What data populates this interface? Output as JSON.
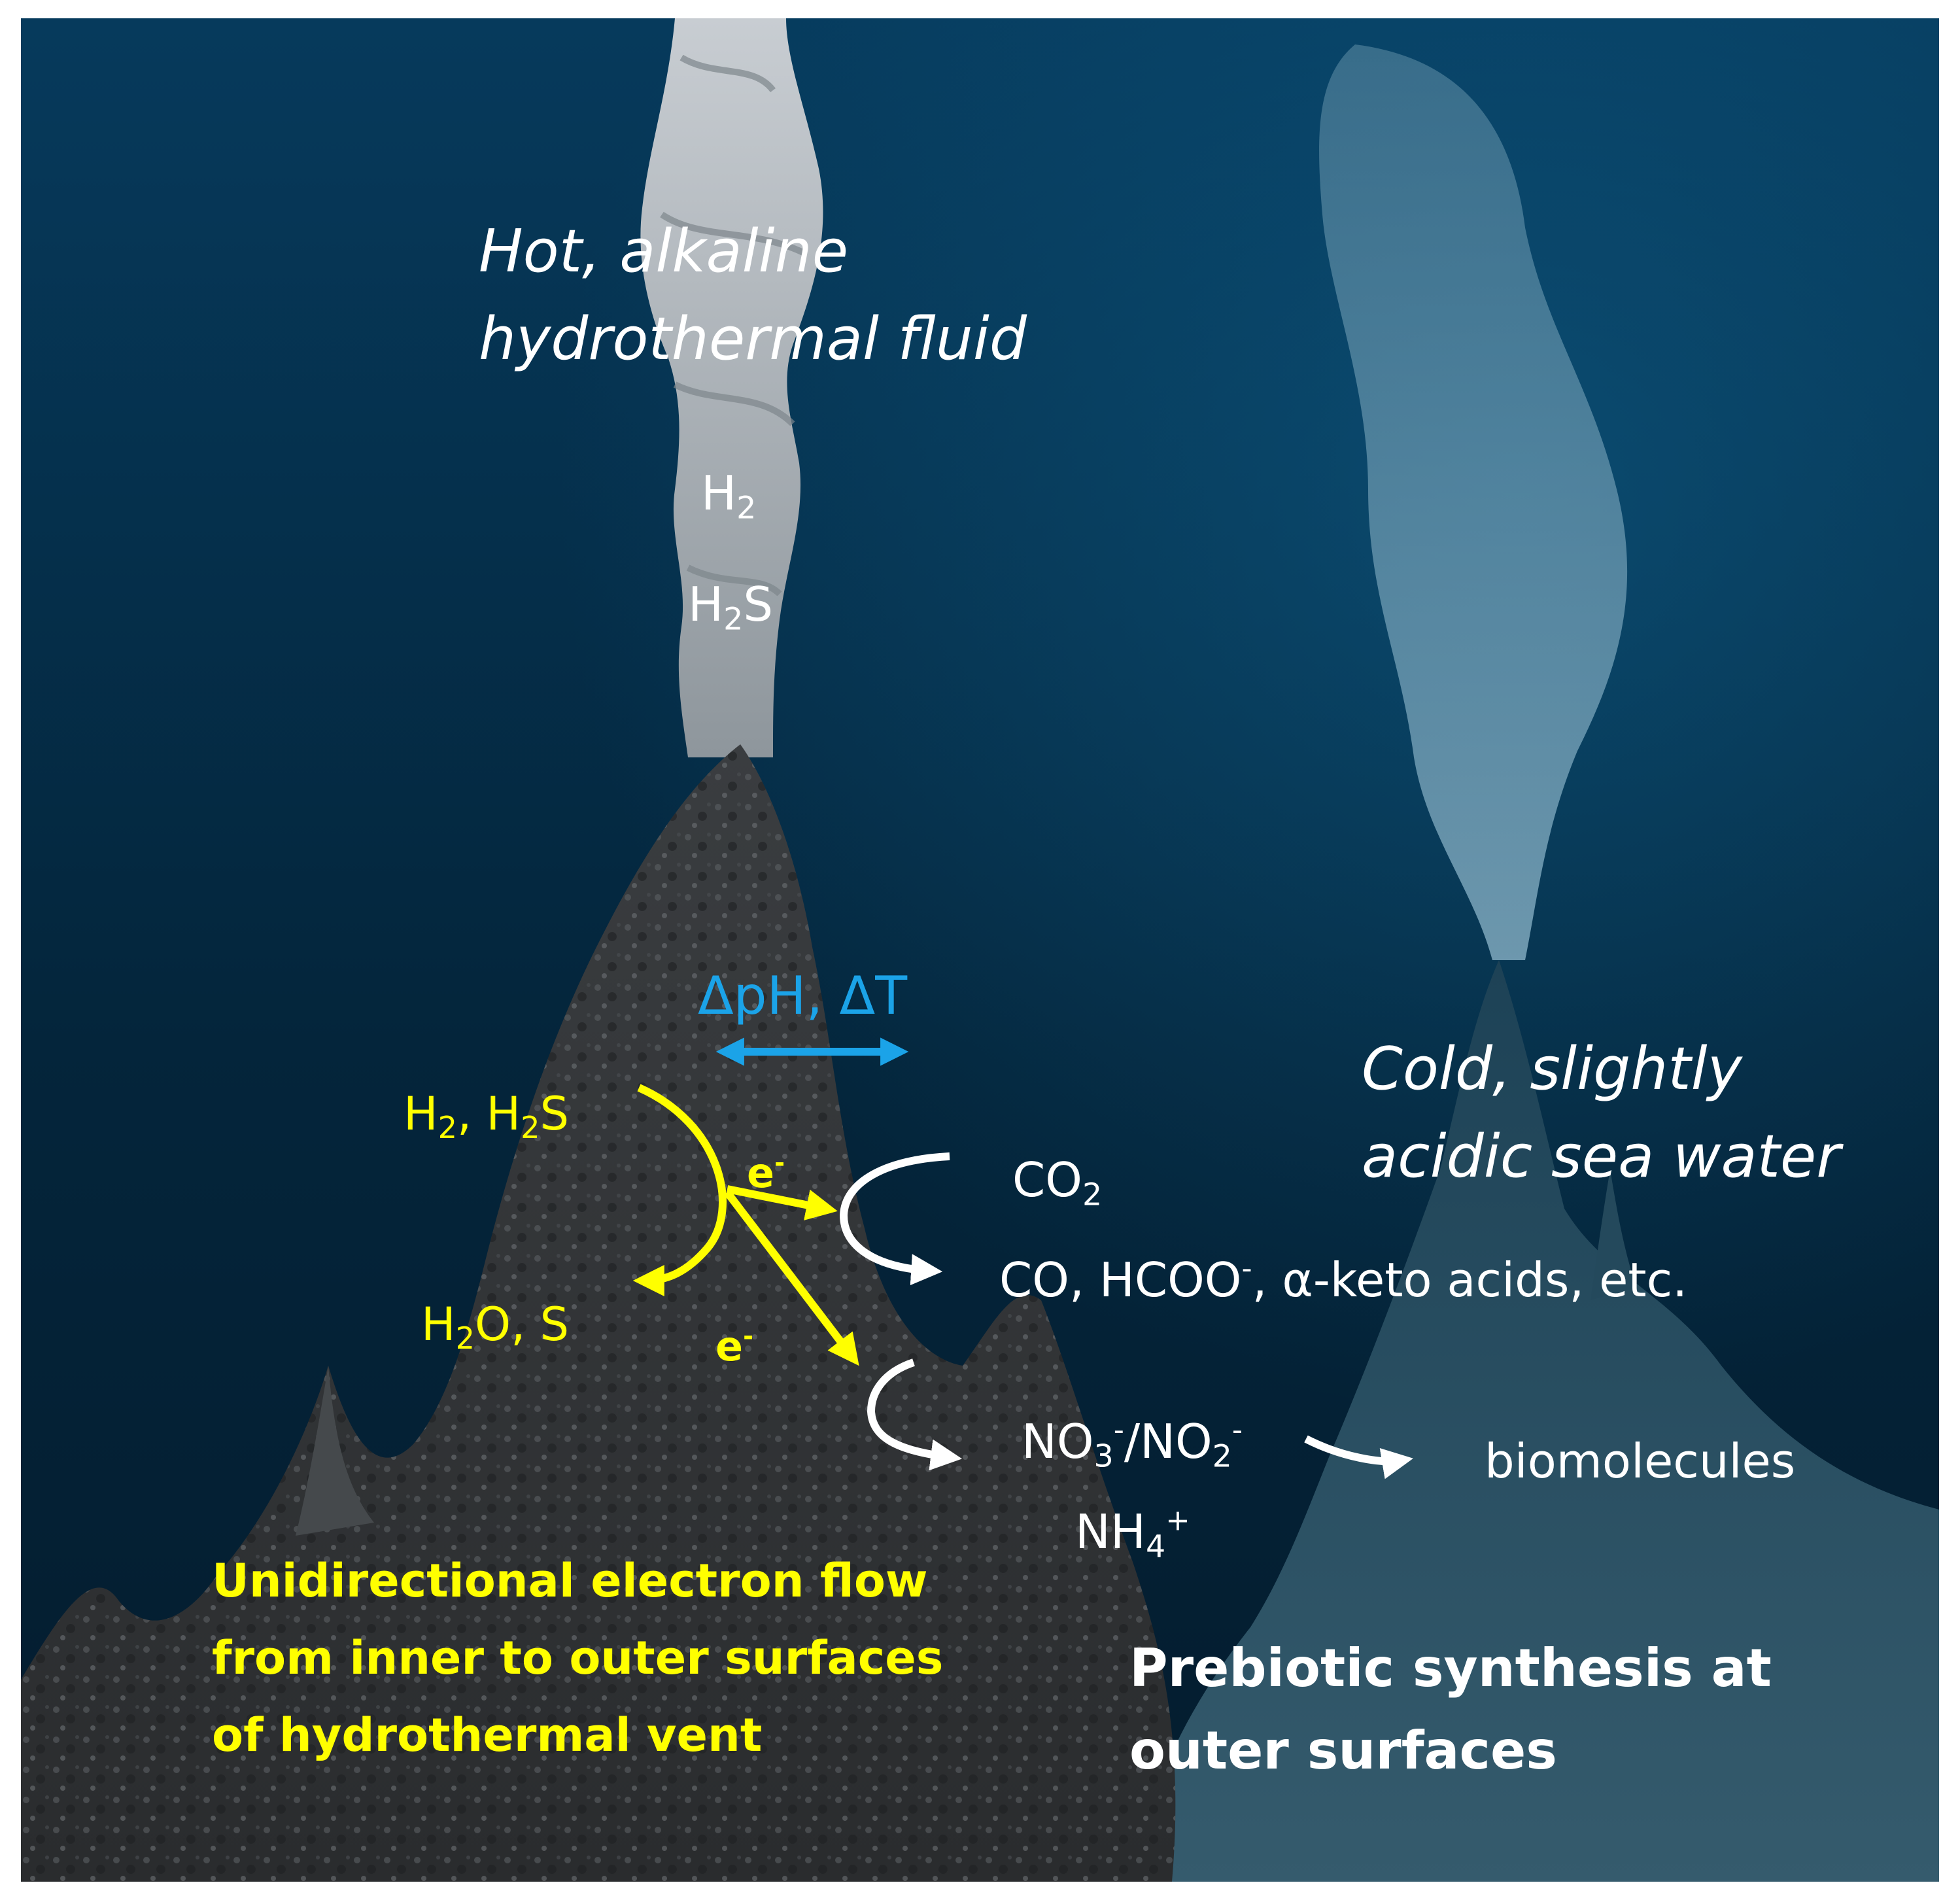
{
  "labels": {
    "hot_fluid": [
      "Hot, alkaline",
      "hydrothermal fluid"
    ],
    "plume_h2": {
      "base": "H",
      "sub": "2"
    },
    "plume_h2s": {
      "a": "H",
      "sub": "2",
      "b": "S"
    },
    "gradient": "ΔpH, ΔT",
    "donors": {
      "a": "H",
      "sub1": "2",
      "b": ", H",
      "sub2": "2",
      "c": "S"
    },
    "products_ox": {
      "a": "H",
      "sub": "2",
      "b": "O, S"
    },
    "electron": {
      "base": "e",
      "sup": "-"
    },
    "co2": {
      "base": "CO",
      "sub": "2"
    },
    "co_products": {
      "a": "CO, HCOO",
      "sup": "-",
      "b": ", α-keto acids, etc."
    },
    "nitrate": {
      "a": "NO",
      "sub1": "3",
      "sup1": "-",
      "b": "/NO",
      "sub2": "2",
      "sup2": "-"
    },
    "ammonium": {
      "a": "NH",
      "sub": "4",
      "sup": "+"
    },
    "biomolecules": "biomolecules",
    "cold_water": [
      "Cold, slightly",
      "acidic sea water"
    ],
    "electron_flow": [
      "Unidirectional electron flow",
      "from inner to outer surfaces",
      "of hydrothermal vent"
    ],
    "prebiotic": [
      "Prebiotic synthesis at",
      "outer surfaces"
    ]
  },
  "colors": {
    "sea_top": "#063a5c",
    "sea_bottom": "#041c2e",
    "electron_arrow": "#ffff00",
    "gradient_arrow": "#1ba3e8",
    "reaction_arrow": "#ffffff"
  }
}
